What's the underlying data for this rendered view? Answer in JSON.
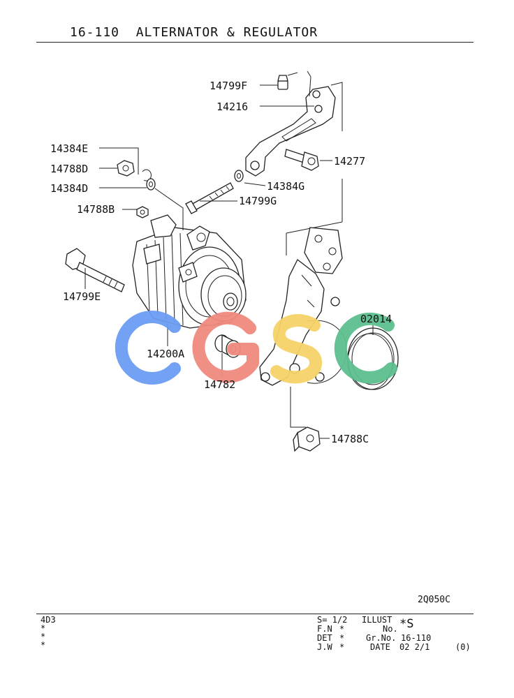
{
  "header": {
    "title": "16-110  ALTERNATOR & REGULATOR"
  },
  "callouts": [
    {
      "id": "14799F",
      "label": "14799F"
    },
    {
      "id": "14216",
      "label": "14216"
    },
    {
      "id": "14384E",
      "label": "14384E"
    },
    {
      "id": "14277",
      "label": "14277"
    },
    {
      "id": "14788D",
      "label": "14788D"
    },
    {
      "id": "14384D",
      "label": "14384D"
    },
    {
      "id": "14384G",
      "label": "14384G"
    },
    {
      "id": "14799G",
      "label": "14799G"
    },
    {
      "id": "14788B",
      "label": "14788B"
    },
    {
      "id": "14799E",
      "label": "14799E"
    },
    {
      "id": "02014",
      "label": "02014"
    },
    {
      "id": "14200A",
      "label": "14200A"
    },
    {
      "id": "14782",
      "label": "14782"
    },
    {
      "id": "14788C",
      "label": "14788C"
    }
  ],
  "watermark": {
    "text": "CGSC",
    "colors": [
      "#6b9cf3",
      "#f08a7e",
      "#f6d268",
      "#5dbf8f"
    ]
  },
  "illustration_code": "2Q050C",
  "footer": {
    "model_code": "4D3",
    "left_marks": [
      "*",
      "*",
      "*"
    ],
    "scale": "S= 1/2",
    "illust_label": "ILLUST",
    "no_label": "No.",
    "no_value": "*S",
    "fn_label": "F.N",
    "fn_value": "*",
    "det_label": "DET",
    "det_value": "*",
    "jw_label": "J.W",
    "jw_value": "*",
    "gr_no_label": "Gr.No.",
    "gr_no_value": "16-110",
    "date_label": "DATE",
    "date_value": "02 2/1",
    "revision": "(0)"
  }
}
